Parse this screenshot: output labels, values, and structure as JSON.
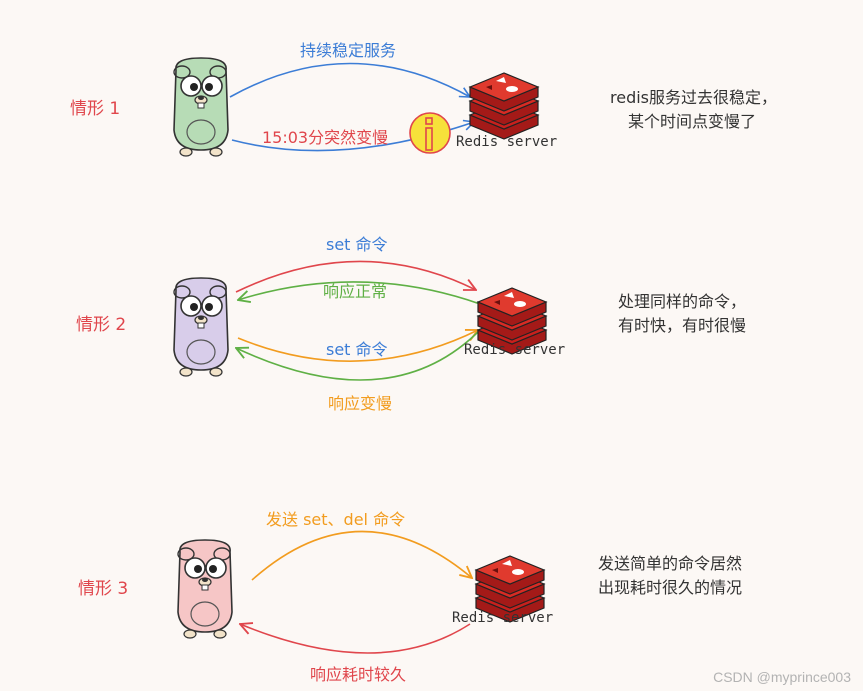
{
  "colors": {
    "red": "#e0464c",
    "blue": "#3c7dd6",
    "green": "#5fb045",
    "orange": "#f29c1f",
    "dark": "#333333",
    "redis": "#c8201d"
  },
  "case1": {
    "label": "情形 1",
    "top_arrow": "持续稳定服务",
    "bottom_arrow": "15:03分突然变慢",
    "server": "Redis server",
    "note": [
      "redis服务过去很稳定，",
      "某个时间点变慢了"
    ]
  },
  "case2": {
    "label": "情形 2",
    "req1": "set 命令",
    "resp1": "响应正常",
    "req2": "set 命令",
    "resp2": "响应变慢",
    "server": "Redis server",
    "note": [
      "处理同样的命令，",
      "有时快，有时很慢"
    ]
  },
  "case3": {
    "label": "情形 3",
    "req": "发送 set、del 命令",
    "resp": "响应耗时较久",
    "server": "Redis server",
    "note": [
      "发送简单的命令居然",
      "出现耗时很久的情况"
    ]
  },
  "watermark": "CSDN @myprince003"
}
